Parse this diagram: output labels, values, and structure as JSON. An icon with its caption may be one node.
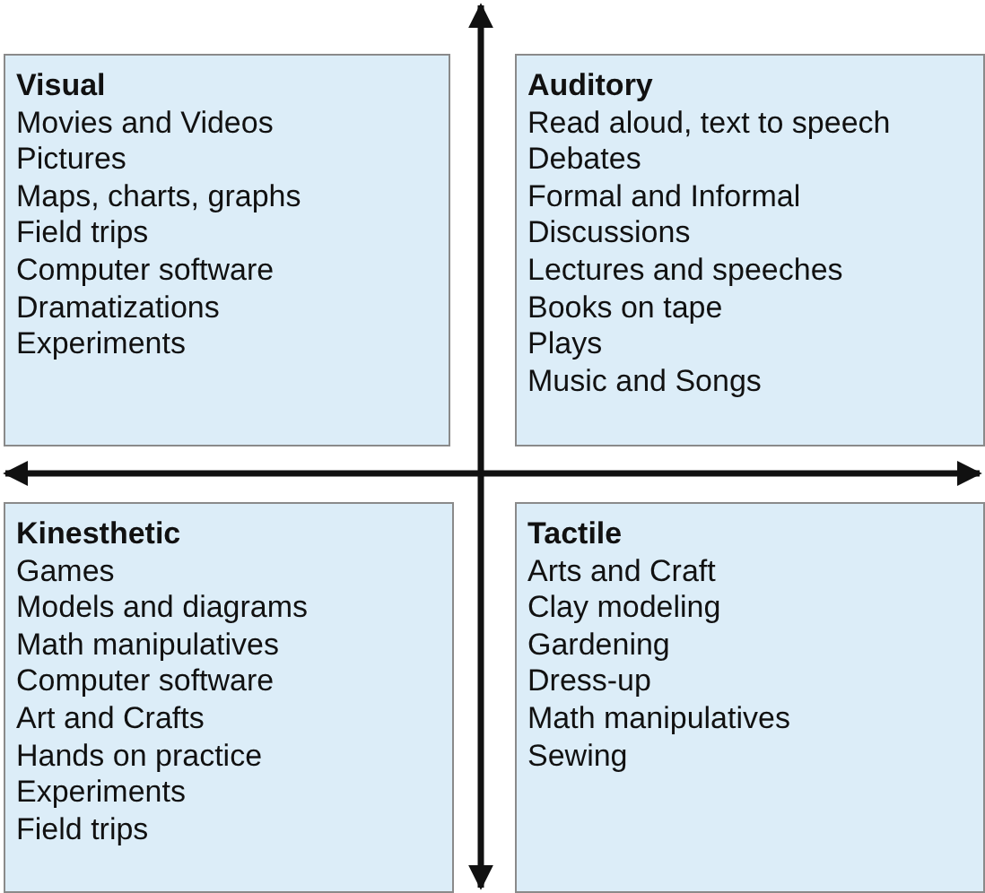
{
  "diagram": {
    "nodes": [
      {
        "text": [
          "Visual",
          "Movies and Videos",
          "Pictures",
          "Maps, charts, graphs",
          "Field trips",
          "Computer software",
          "Dramatizations",
          "Experiments"
        ]
      },
      {
        "text": [
          "Auditory",
          "Read aloud, text to speech",
          "Debates",
          "Formal and Informal",
          "Discussions",
          "Lectures and speeches",
          "Books on tape",
          "Plays",
          "Music and Songs"
        ]
      },
      {
        "text": [
          "Kinesthetic",
          "Games",
          "Models and diagrams",
          "Math manipulatives",
          "Computer software",
          "Art and Crafts",
          "Hands on practice",
          "Experiments",
          "Field trips"
        ]
      },
      {
        "text": [
          "Tactile",
          "Arts and Craft",
          "Clay modeling",
          "Gardening",
          "Dress-up",
          "Math manipulatives",
          "Sewing"
        ]
      }
    ]
  }
}
